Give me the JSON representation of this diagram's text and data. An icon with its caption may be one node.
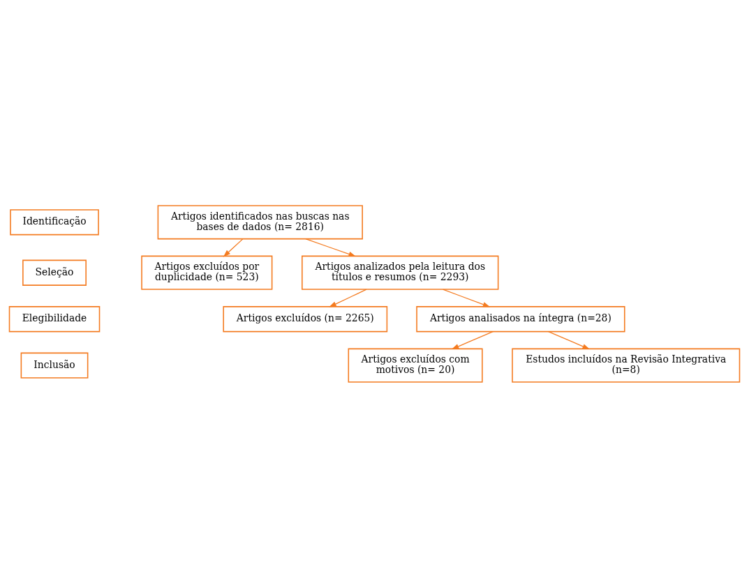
{
  "diagram": {
    "nodes": [
      {
        "text": [
          "Identificação"
        ]
      },
      {
        "text": [
          "Seleção"
        ]
      },
      {
        "text": [
          "Elegibilidade"
        ]
      },
      {
        "text": [
          "Inclusão"
        ]
      },
      {
        "text": [
          "Artigos identificados nas buscas nas bases de dados (n= 2816)"
        ]
      },
      {
        "text": [
          "Artigos excluídos por duplicidade (n= 523)"
        ]
      },
      {
        "text": [
          "Artigos analizados pela leitura dos títulos e resumos (n= 2293)"
        ]
      },
      {
        "text": [
          "Artigos excluídos (n= 2265)"
        ]
      },
      {
        "text": [
          "Artigos analisados na íntegra (n=28)"
        ]
      },
      {
        "text": [
          "Artigos excluídos com motivos (n= 20)"
        ]
      },
      {
        "text": [
          "Estudos incluídos na Revisão Integrativa (n=8)"
        ]
      }
    ],
    "edges": [
      {
        "from": 4,
        "to": 5,
        "arrow": "to"
      },
      {
        "from": 4,
        "to": 6,
        "arrow": "to"
      },
      {
        "from": 6,
        "to": 7,
        "arrow": "to"
      },
      {
        "from": 6,
        "to": 8,
        "arrow": "to"
      },
      {
        "from": 8,
        "to": 9,
        "arrow": "to"
      },
      {
        "from": 8,
        "to": 10,
        "arrow": "to"
      }
    ]
  }
}
